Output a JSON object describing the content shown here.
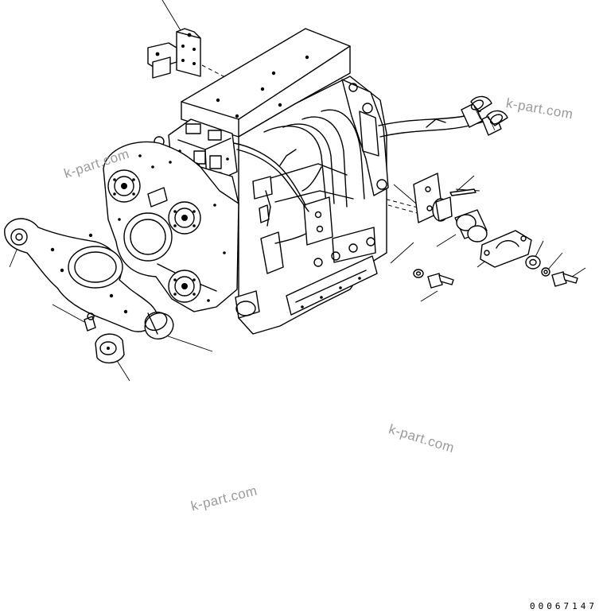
{
  "watermarks": [
    "k-part.com",
    "k-part.com",
    "k-part.com",
    "k-part.com"
  ],
  "document_number": "00067147"
}
